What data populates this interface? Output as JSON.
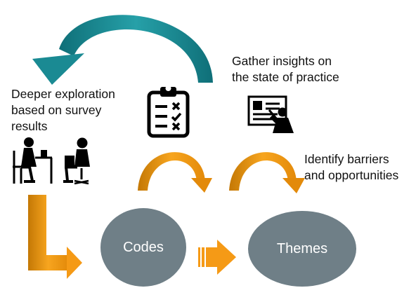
{
  "labels": {
    "deeper_exploration": "Deeper exploration\nbased on survey\nresults",
    "gather_insights": "Gather insights on\nthe state of practice",
    "identify_barriers": "Identify barriers\nand opportunities"
  },
  "nodes": {
    "codes": "Codes",
    "themes": "Themes"
  },
  "icons": {
    "clipboard": "clipboard-checklist-icon",
    "presenter": "presenter-board-icon",
    "interview": "interview-people-icon"
  },
  "colors": {
    "teal_arrow": "#1a8a93",
    "orange_arrow": "#f59a16",
    "orange_dark": "#c47805",
    "node_fill": "#6f7f87",
    "icon": "#000000"
  }
}
